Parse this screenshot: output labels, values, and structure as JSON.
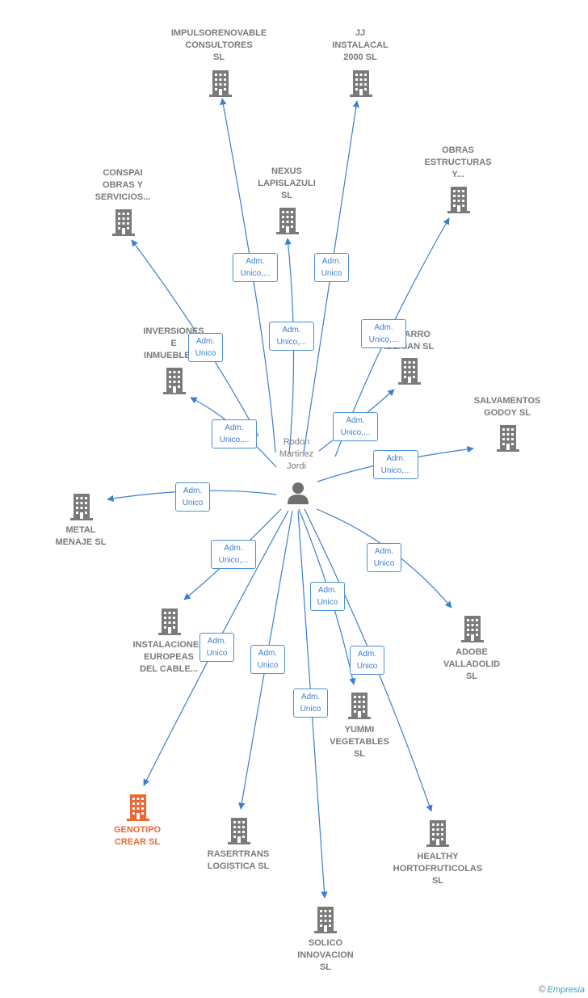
{
  "center": {
    "name_lines": [
      "Rodon",
      "Martinez",
      "Jordi"
    ]
  },
  "colors": {
    "edge": "#3b7fcf",
    "company": "#7a7a7a",
    "highlight": "#ee6633"
  },
  "companies": [
    {
      "id": "impulsorenovable",
      "lines": [
        "IMPULSORENOVABLE",
        "CONSULTORES",
        "SL"
      ]
    },
    {
      "id": "jj-instalacal",
      "lines": [
        "JJ",
        "INSTALACAL",
        "2000  SL"
      ]
    },
    {
      "id": "obras-estructuras",
      "lines": [
        "OBRAS",
        "ESTRUCTURAS",
        "Y..."
      ]
    },
    {
      "id": "conspai",
      "lines": [
        "CONSPAI",
        "OBRAS Y",
        "SERVICIOS..."
      ]
    },
    {
      "id": "nexus-lapislazuli",
      "lines": [
        "NEXUS",
        "LAPISLAZULI",
        "SL"
      ]
    },
    {
      "id": "inversiones-inmuebles",
      "lines": [
        "INVERSIONES",
        "E",
        "INMUEBLES..."
      ]
    },
    {
      "id": "navarro-iberian",
      "lines": [
        "NAVARRO",
        "IBERIAN  SL"
      ]
    },
    {
      "id": "salvamentos-godoy",
      "lines": [
        "SALVAMENTOS",
        "GODOY SL"
      ]
    },
    {
      "id": "metal-menaje",
      "lines": [
        "METAL",
        "MENAJE  SL"
      ]
    },
    {
      "id": "instalaciones-europeas",
      "lines": [
        "INSTALACIONES",
        "EUROPEAS",
        "DEL CABLE..."
      ]
    },
    {
      "id": "adobe-valladolid",
      "lines": [
        "ADOBE",
        "VALLADOLID",
        "SL"
      ]
    },
    {
      "id": "yummi-vegetables",
      "lines": [
        "YUMMI",
        "VEGETABLES",
        "SL"
      ]
    },
    {
      "id": "genotipo-crear",
      "lines": [
        "GENOTIPO",
        "CREAR  SL"
      ]
    },
    {
      "id": "rasertrans-logistica",
      "lines": [
        "RASERTRANS",
        "LOGISTICA  SL"
      ]
    },
    {
      "id": "healthy-hortofruticolas",
      "lines": [
        "HEALTHY",
        "HORTOFRUTICOLAS",
        "SL"
      ]
    },
    {
      "id": "solico-innovacion",
      "lines": [
        "SOLICO",
        "INNOVACION",
        "SL"
      ]
    }
  ],
  "roles": [
    {
      "id": "r-impulsorenovable",
      "lines": [
        "Adm.",
        "Unico,..."
      ]
    },
    {
      "id": "r-jj",
      "lines": [
        "Adm.",
        "Unico"
      ]
    },
    {
      "id": "r-nexus",
      "lines": [
        "Adm.",
        "Unico,..."
      ]
    },
    {
      "id": "r-obras",
      "lines": [
        "Adm.",
        "Unico,..."
      ]
    },
    {
      "id": "r-conspai",
      "lines": [
        "Adm.",
        "Unico"
      ]
    },
    {
      "id": "r-inversiones",
      "lines": [
        "Adm.",
        "Unico,..."
      ]
    },
    {
      "id": "r-navarro",
      "lines": [
        "Adm.",
        "Unico,..."
      ]
    },
    {
      "id": "r-salvamentos",
      "lines": [
        "Adm.",
        "Unico,..."
      ]
    },
    {
      "id": "r-metal",
      "lines": [
        "Adm.",
        "Unico"
      ]
    },
    {
      "id": "r-instalaciones",
      "lines": [
        "Adm.",
        "Unico,..."
      ]
    },
    {
      "id": "r-adobe",
      "lines": [
        "Adm.",
        "Unico"
      ]
    },
    {
      "id": "r-yummi1",
      "lines": [
        "Adm.",
        "Unico"
      ]
    },
    {
      "id": "r-yummi2",
      "lines": [
        "Adm.",
        "Unico"
      ]
    },
    {
      "id": "r-genotipo",
      "lines": [
        "Adm.",
        "Unico"
      ]
    },
    {
      "id": "r-rasertrans",
      "lines": [
        "Adm.",
        "Unico"
      ]
    },
    {
      "id": "r-solico",
      "lines": [
        "Adm.",
        "Unico"
      ]
    }
  ],
  "brand": {
    "copyright": "©",
    "name": "Empresia"
  }
}
